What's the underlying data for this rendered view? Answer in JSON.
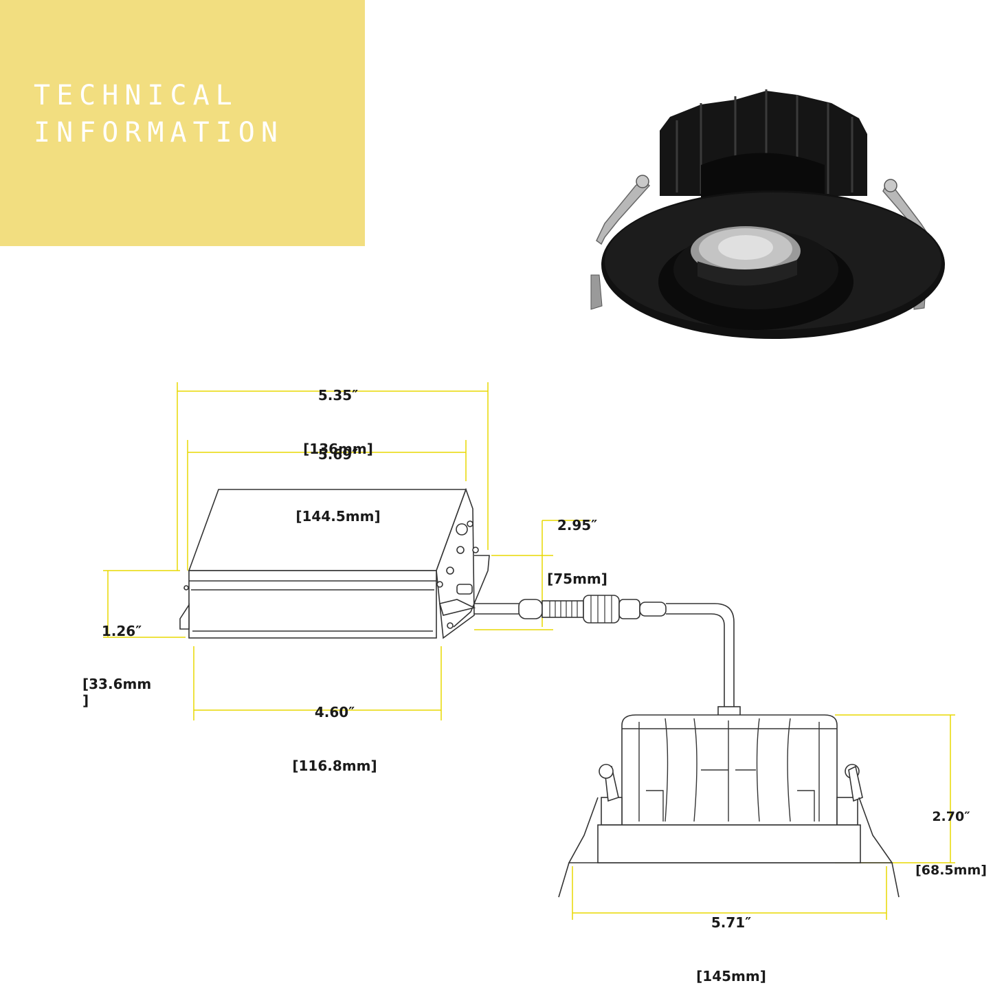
{
  "banner": {
    "title": "TECHNICAL\nINFORMATION",
    "background_color": "#f2de80"
  },
  "dimension_line_color": "#e8d800",
  "dimensions": {
    "driver_length": {
      "inch": "5.35″",
      "mm": "[136mm]"
    },
    "overall_length": {
      "inch": "5.69″",
      "mm": "[144.5mm]"
    },
    "cable_clearance": {
      "inch": "2.95″",
      "mm": "[75mm]"
    },
    "driver_height": {
      "inch": "1.26″",
      "mm": "[33.6mm\n]"
    },
    "driver_base": {
      "inch": "4.60″",
      "mm": "[116.8mm]"
    },
    "fixture_height": {
      "inch": "2.70″",
      "mm": "[68.5mm]"
    },
    "trim_diameter": {
      "inch": "5.71″",
      "mm": "[145mm]"
    }
  }
}
